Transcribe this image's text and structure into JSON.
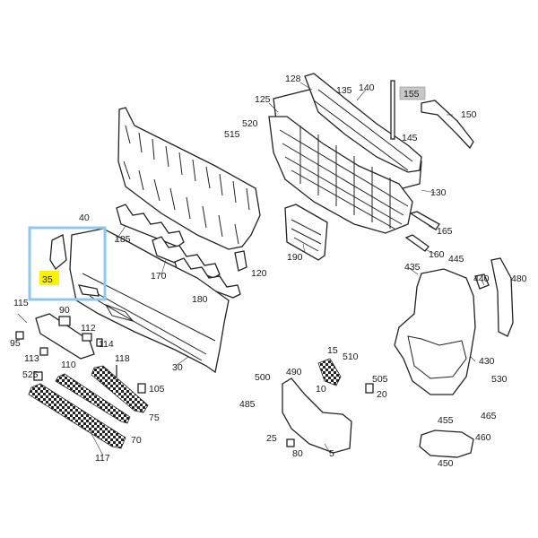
{
  "diagram": {
    "highlight_label": "35",
    "boxed_label": "155",
    "colors": {
      "highlight_box": "#8fc8e8",
      "highlight_fill": "#fff200",
      "boxed_fill": "#c8c8c8"
    },
    "labels": {
      "l128": "128",
      "l125": "125",
      "l135": "135",
      "l140": "140",
      "l155": "155",
      "l150": "150",
      "l520": "520",
      "l515": "515",
      "l145": "145",
      "l130": "130",
      "l40": "40",
      "l185": "185",
      "l165": "165",
      "l160": "160",
      "l190": "190",
      "l170": "170",
      "l120": "120",
      "l180": "180",
      "l35": "35",
      "l435": "435",
      "l445": "445",
      "l440": "440",
      "l480": "480",
      "l115": "115",
      "l90": "90",
      "l95": "95",
      "l112": "112",
      "l114": "114",
      "l113": "113",
      "l110": "110",
      "l525": "525",
      "l118": "118",
      "l30": "30",
      "l105": "105",
      "l75": "75",
      "l70": "70",
      "l117": "117",
      "l15": "15",
      "l510": "510",
      "l490": "490",
      "l500": "500",
      "l10": "10",
      "l505": "505",
      "l20": "20",
      "l485": "485",
      "l25": "25",
      "l80": "80",
      "l5": "5",
      "l430": "430",
      "l530": "530",
      "l455": "455",
      "l465": "465",
      "l460": "460",
      "l450": "450"
    }
  }
}
